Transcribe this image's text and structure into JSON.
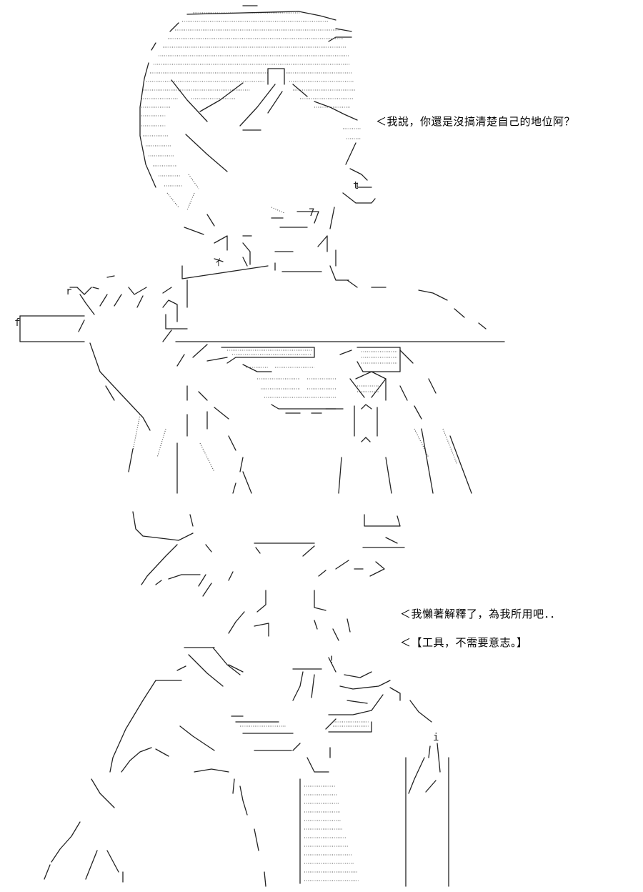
{
  "dialogue": [
    "＜我說，你還是沒搞清楚自己的地位阿？",
    "＜我懶著解釋了，為我所用吧．．",
    "＜【工具，不需要意志。】"
  ],
  "art": {
    "glyphs": [
      "f",
      "r",
      "ｲ",
      "7",
      "t",
      "i",
      "!"
    ]
  }
}
